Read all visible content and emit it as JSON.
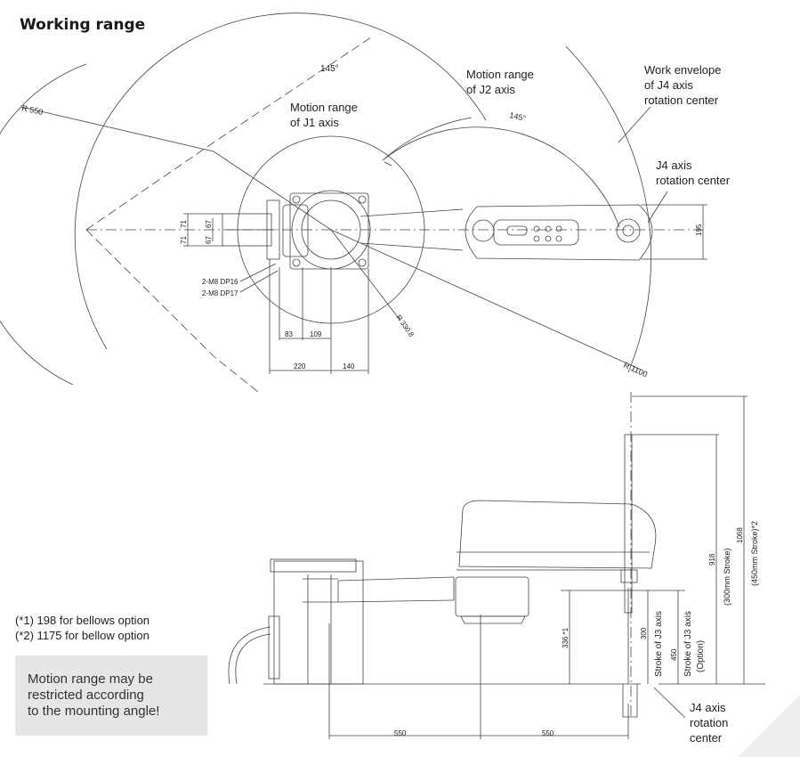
{
  "heading": "Working range",
  "top_view": {
    "labels": {
      "angle_j1": "145°",
      "angle_j2": "145°",
      "motion_j2": [
        "Motion range",
        "of J2 axis"
      ],
      "motion_j1": [
        "Motion range",
        "of J1 axis"
      ],
      "work_envelope": [
        "Work envelope",
        "of J4 axis",
        "rotation center"
      ],
      "j4_center": [
        "J4 axis",
        "rotation center"
      ],
      "r550": "R 550",
      "r1100": "R 1100",
      "r3308": "R 330.8",
      "hole1": "2-M8 DP16",
      "hole2": "2-M8 DP17"
    },
    "dims": {
      "d71a": "71",
      "d71b": "71",
      "d67a": "67",
      "d67b": "67",
      "d83": "83",
      "d109": "109",
      "d220": "220",
      "d140": "140",
      "d195": "195"
    }
  },
  "side_view": {
    "dims": {
      "d918": "918",
      "d918s": "(300mm Stroke)",
      "d1068": "1068",
      "d1068s": "(450mm Stroke)*2",
      "d336": "336 *1",
      "d300": "300",
      "d300s": "Stroke of J3 axis",
      "d450": "450",
      "d450s": "Stroke of J3 axis",
      "d450o": "(Option)",
      "d550a": "550",
      "d550b": "550"
    },
    "j4_center": [
      "J4 axis",
      "rotation",
      "center"
    ]
  },
  "notes": {
    "note1": "(*1) 198 for bellows option",
    "note2": "(*2) 1175 for bellow option"
  },
  "notice": [
    "Motion range may be",
    "restricted according",
    "to the mounting angle!"
  ]
}
